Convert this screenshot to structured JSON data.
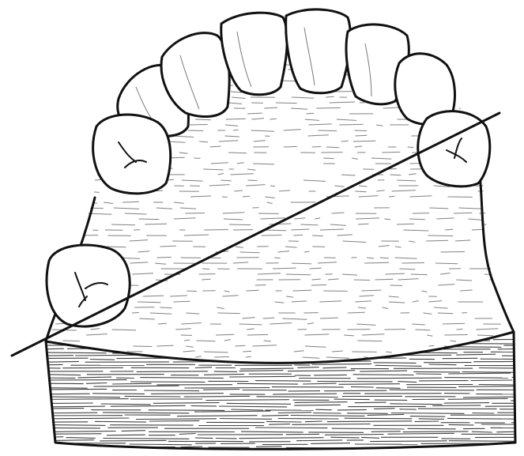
{
  "figure": {
    "colors": {
      "ink": "#111111",
      "paper": "#ffffff"
    },
    "parts": [
      "dental-cast",
      "plaster-base",
      "palate",
      "anterior-teeth",
      "molar-right",
      "molar-left",
      "reference-line"
    ]
  }
}
